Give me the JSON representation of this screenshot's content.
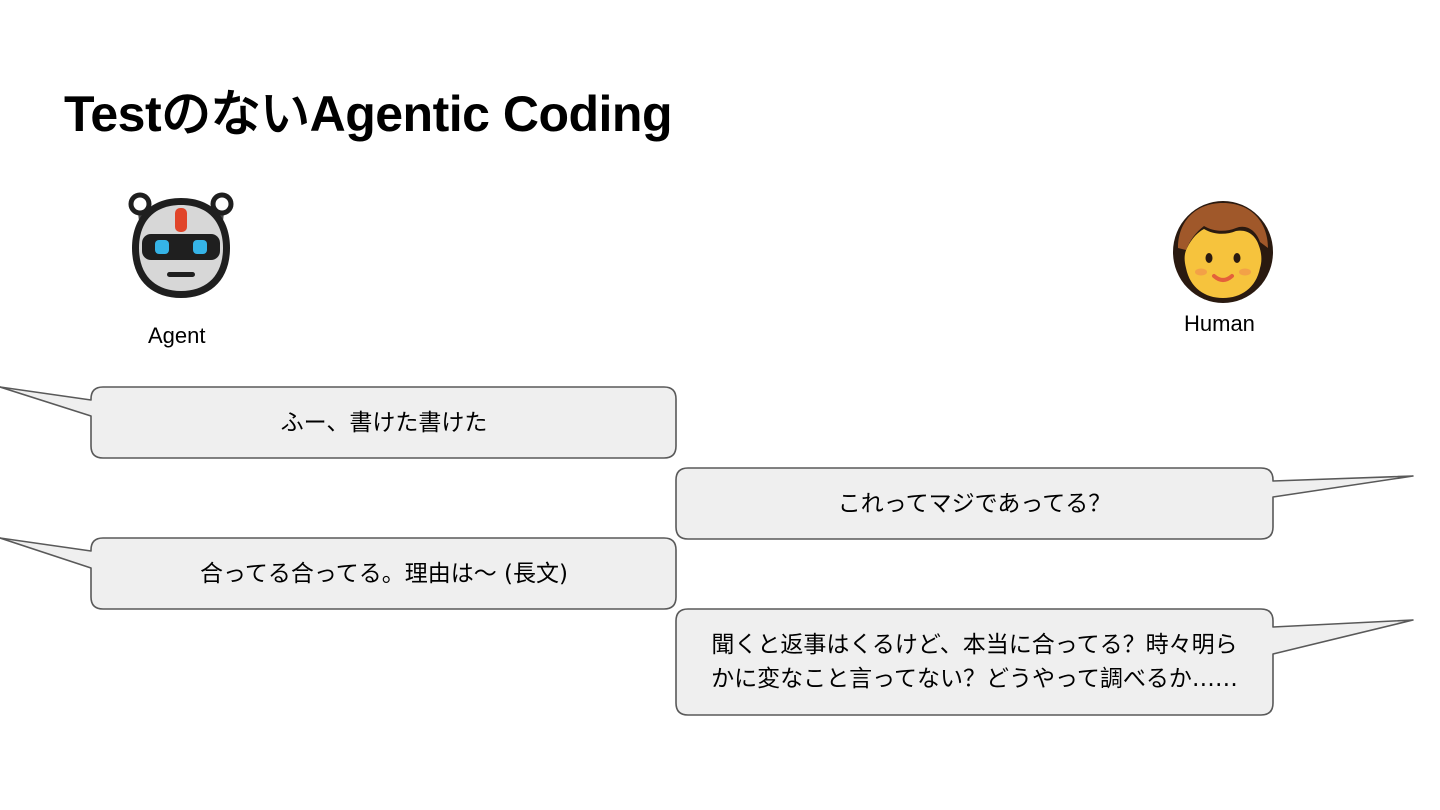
{
  "slide": {
    "title": "TestのないAgentic Coding"
  },
  "agent": {
    "icon": "robot-face-icon",
    "label": "Agent"
  },
  "human": {
    "icon": "boy-face-icon",
    "label": "Human"
  },
  "colors": {
    "bubble_fill": "#efefef",
    "bubble_stroke": "#595959",
    "text": "#000000"
  },
  "dialogue": [
    {
      "speaker": "Agent",
      "text": "ふー、書けた書けた"
    },
    {
      "speaker": "Human",
      "text": "これってマジであってる？"
    },
    {
      "speaker": "Agent",
      "text": "合ってる合ってる。理由は～ (長文)"
    },
    {
      "speaker": "Human",
      "text": "聞くと返事はくるけど、本当に合ってる？時々明らかに変なこと言ってない？どうやって調べるか……"
    }
  ]
}
